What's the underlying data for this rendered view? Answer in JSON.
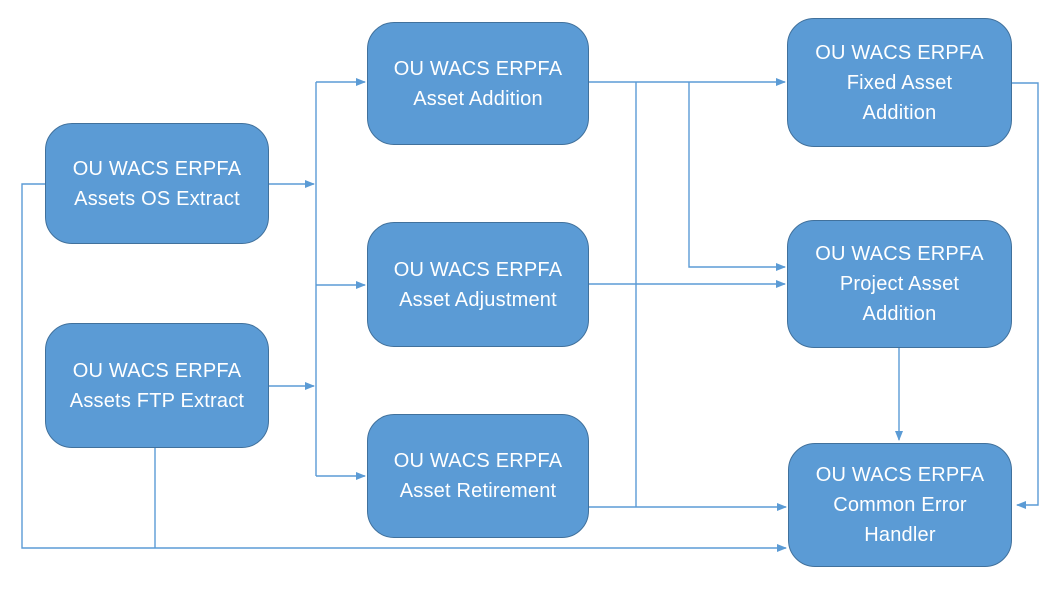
{
  "diagram": {
    "colors": {
      "node_fill": "#5b9bd5",
      "node_border": "#41719c",
      "connector": "#5b9bd5",
      "text": "#ffffff",
      "background": "#ffffff"
    },
    "nodes": [
      {
        "id": "assets-os-extract",
        "lines": [
          "OU WACS ERPFA",
          "Assets OS Extract"
        ]
      },
      {
        "id": "assets-ftp-extract",
        "lines": [
          "OU WACS ERPFA",
          "Assets FTP Extract"
        ]
      },
      {
        "id": "asset-addition",
        "lines": [
          "OU WACS ERPFA",
          "Asset Addition"
        ]
      },
      {
        "id": "asset-adjustment",
        "lines": [
          "OU WACS ERPFA",
          "Asset Adjustment"
        ]
      },
      {
        "id": "asset-retirement",
        "lines": [
          "OU WACS ERPFA",
          "Asset Retirement"
        ]
      },
      {
        "id": "fixed-asset-addition",
        "lines": [
          "OU WACS ERPFA",
          "Fixed Asset",
          "Addition"
        ]
      },
      {
        "id": "project-asset-addition",
        "lines": [
          "OU WACS ERPFA",
          "Project Asset",
          "Addition"
        ]
      },
      {
        "id": "common-error-handler",
        "lines": [
          "OU WACS ERPFA",
          "Common Error",
          "Handler"
        ]
      }
    ],
    "edges": [
      {
        "from": "assets-os-extract",
        "to": "asset-addition"
      },
      {
        "from": "assets-os-extract",
        "to": "asset-adjustment"
      },
      {
        "from": "assets-os-extract",
        "to": "asset-retirement"
      },
      {
        "from": "assets-ftp-extract",
        "to": "asset-addition"
      },
      {
        "from": "assets-ftp-extract",
        "to": "asset-adjustment"
      },
      {
        "from": "assets-ftp-extract",
        "to": "asset-retirement"
      },
      {
        "from": "assets-os-extract",
        "to": "common-error-handler"
      },
      {
        "from": "assets-ftp-extract",
        "to": "common-error-handler"
      },
      {
        "from": "asset-addition",
        "to": "fixed-asset-addition"
      },
      {
        "from": "asset-addition",
        "to": "project-asset-addition"
      },
      {
        "from": "asset-addition",
        "to": "common-error-handler"
      },
      {
        "from": "asset-adjustment",
        "to": "project-asset-addition"
      },
      {
        "from": "asset-retirement",
        "to": "common-error-handler"
      },
      {
        "from": "fixed-asset-addition",
        "to": "common-error-handler"
      },
      {
        "from": "project-asset-addition",
        "to": "common-error-handler"
      }
    ]
  }
}
